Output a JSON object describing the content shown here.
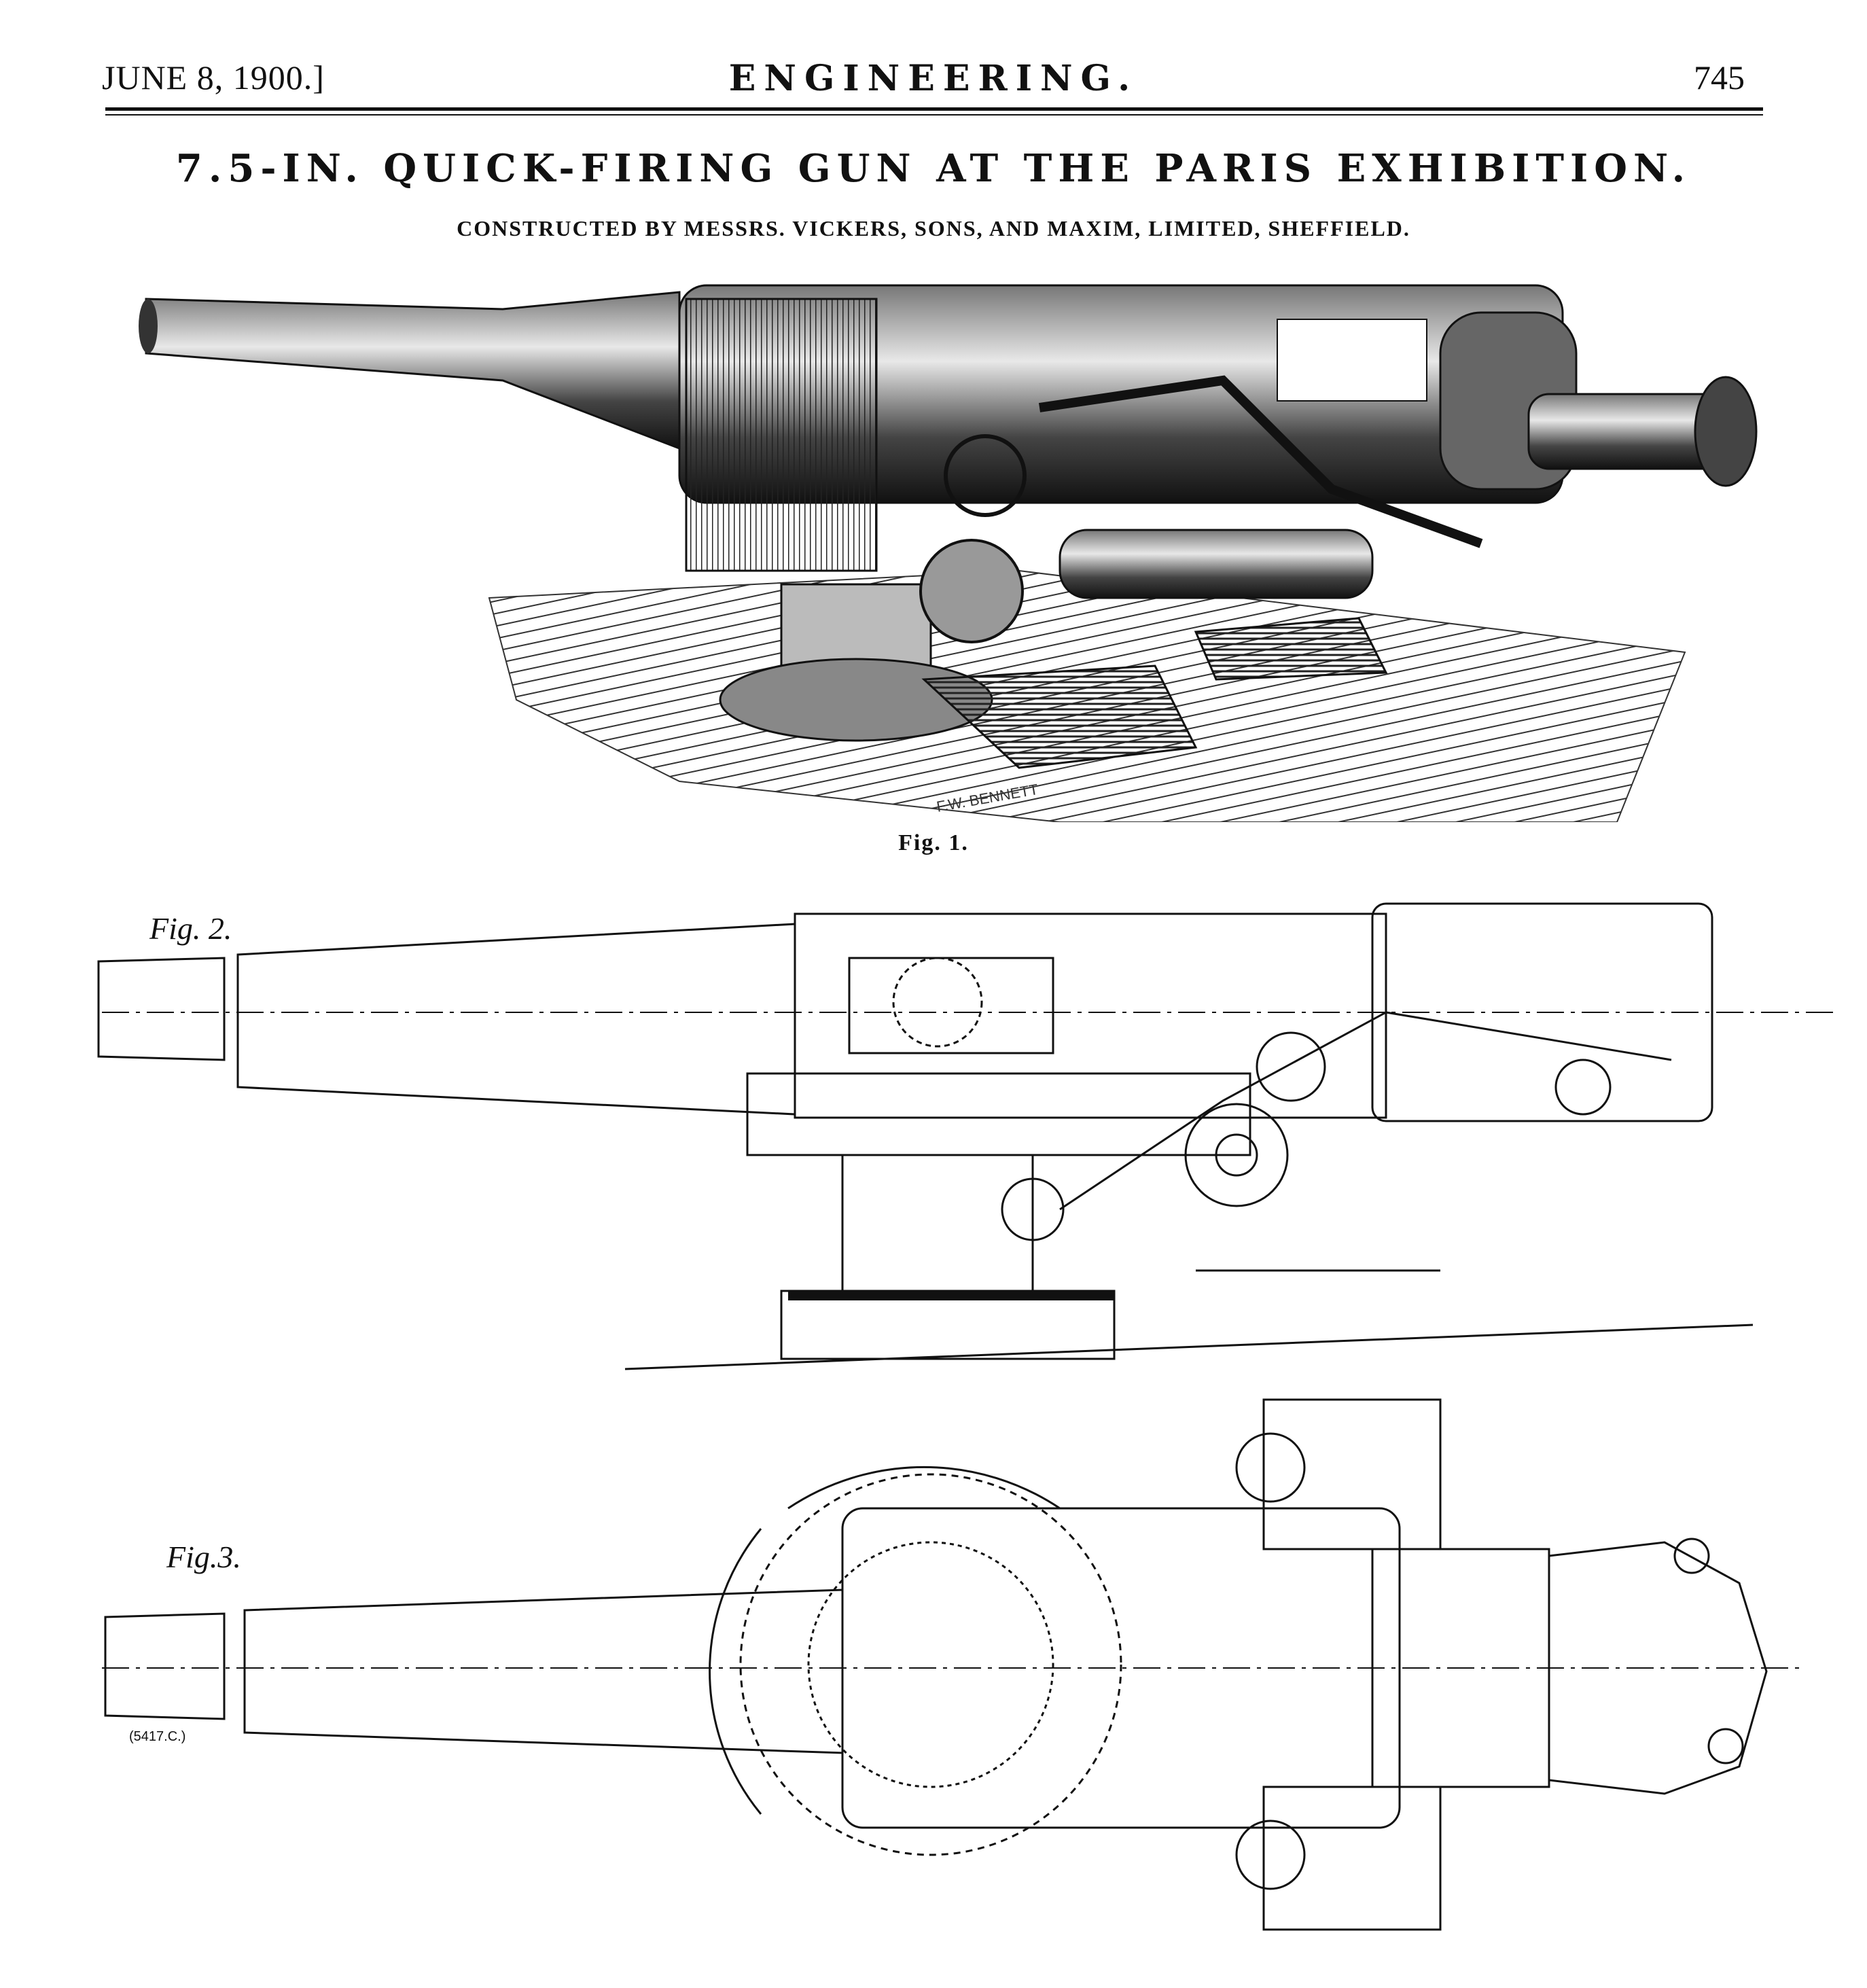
{
  "header": {
    "date": "JUNE 8, 1900.]",
    "journal": "ENGINEERING.",
    "page_number": "745"
  },
  "article": {
    "title": "7.5-IN. QUICK-FIRING GUN AT THE PARIS EXHIBITION.",
    "subtitle": "CONSTRUCTED BY MESSRS. VICKERS, SONS, AND MAXIM, LIMITED, SHEFFIELD."
  },
  "figures": {
    "fig1_caption": "Fig. 1.",
    "fig1_signature": "F.W. BENNETT",
    "fig2_label": "Fig. 2.",
    "fig3_label": "Fig.3.",
    "reference_mark": "(5417.C.)"
  }
}
